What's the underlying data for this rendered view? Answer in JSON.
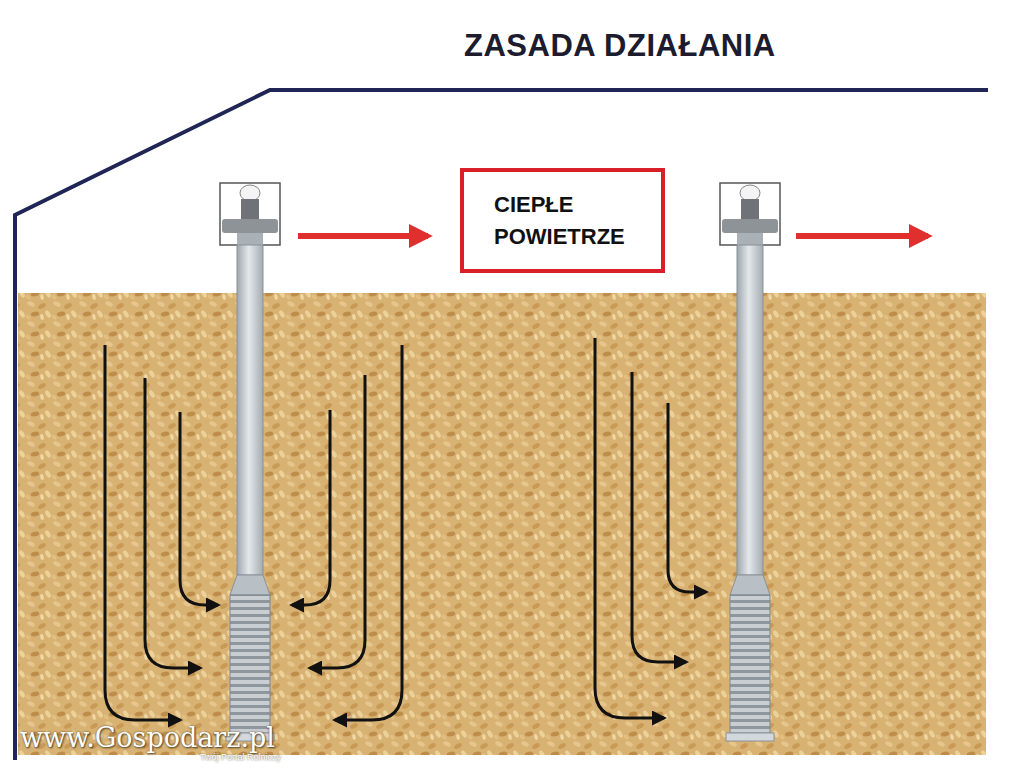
{
  "diagram": {
    "title": "ZASADA DZIAŁANIA",
    "nodes": [
      {
        "text": [
          "CIEPŁE POWIETRZE"
        ]
      }
    ],
    "labels": [
      "www.Gospodarz.pl",
      "Twój Portal Rolniczy"
    ]
  }
}
